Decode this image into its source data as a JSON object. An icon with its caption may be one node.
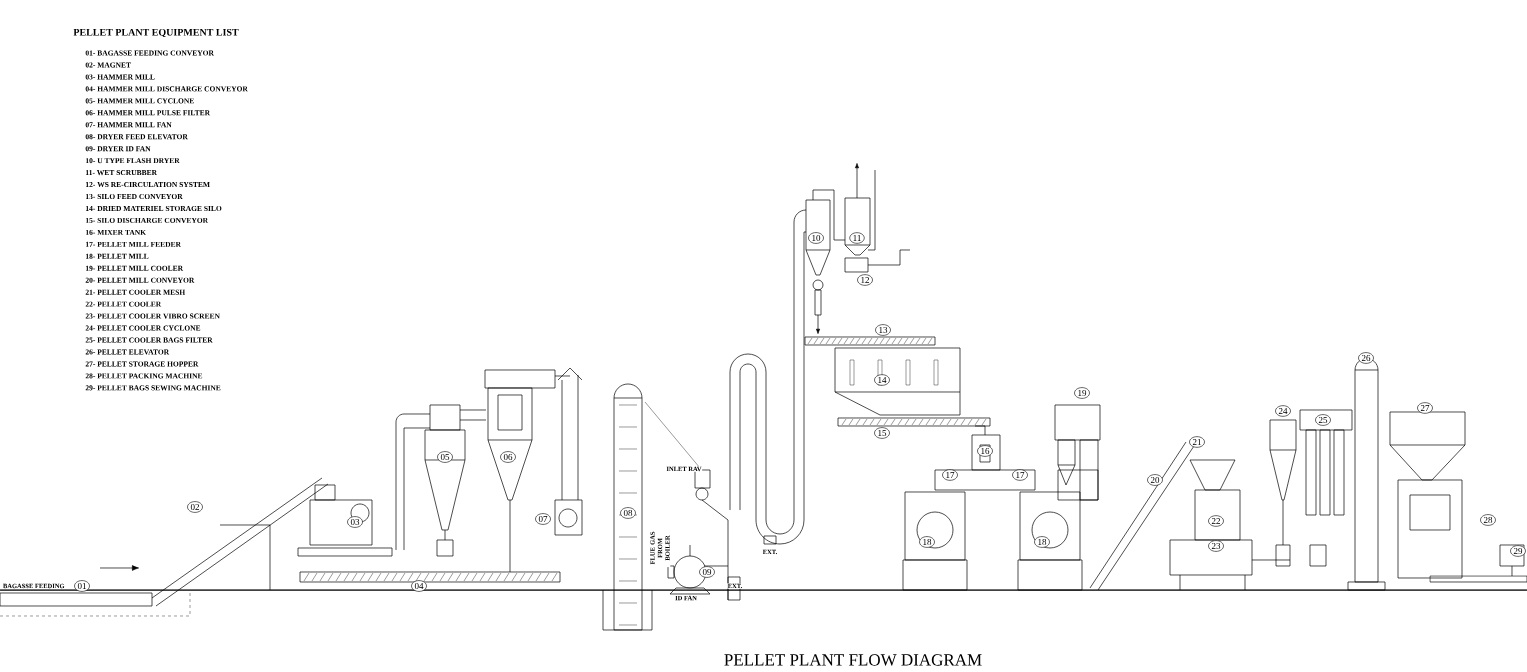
{
  "diagram": {
    "caption": "PELLET PLANT FLOW DIAGRAM",
    "labels": [
      "PELLET PLANT EQUIPMENT LIST",
      "01- BAGASSE FEEDING CONVEYOR",
      "02- MAGNET",
      "03- HAMMER MILL",
      "04- HAMMER MILL DISCHARGE CONVEYOR",
      "05- HAMMER MILL CYCLONE",
      "06- HAMMER MILL PULSE FILTER",
      "07- HAMMER MILL FAN",
      "08- DRYER FEED ELEVATOR",
      "09- DRYER ID FAN",
      "10- U TYPE FLASH DRYER",
      "11- WET SCRUBBER",
      "12- WS RE-CIRCULATION SYSTEM",
      "13- SILO FEED CONVEYOR",
      "14- DRIED MATERIEL STORAGE SILO",
      "15- SILO DISCHARGE CONVEYOR",
      "16- MIXER TANK",
      "17- PELLET MILL FEEDER",
      "18- PELLET MILL",
      "19- PELLET MILL COOLER",
      "20- PELLET MILL CONVEYOR",
      "21- PELLET COOLER MESH",
      "22- PELLET COOLER",
      "23- PELLET COOLER VIBRO SCREEN",
      "24- PELLET COOLER CYCLONE",
      "25- PELLET COOLER BAGS FILTER",
      "26- PELLET ELEVATOR",
      "27- PELLET STORAGE HOPPER",
      "28- PELLET PACKING MACHINE",
      "29- PELLET BAGS SEWING MACHINE",
      "01",
      "02",
      "03",
      "04",
      "05",
      "06",
      "07",
      "08",
      "09",
      "10",
      "11",
      "12",
      "13",
      "14",
      "15",
      "16",
      "17",
      "17",
      "18",
      "18",
      "19",
      "20",
      "21",
      "22",
      "23",
      "24",
      "25",
      "26",
      "27",
      "28",
      "29",
      "BAGASSE FEEDING",
      "INLET RAV",
      "FLUE GAS FROM BOILER",
      "ID FAN",
      "EXT.",
      "EXT."
    ]
  }
}
